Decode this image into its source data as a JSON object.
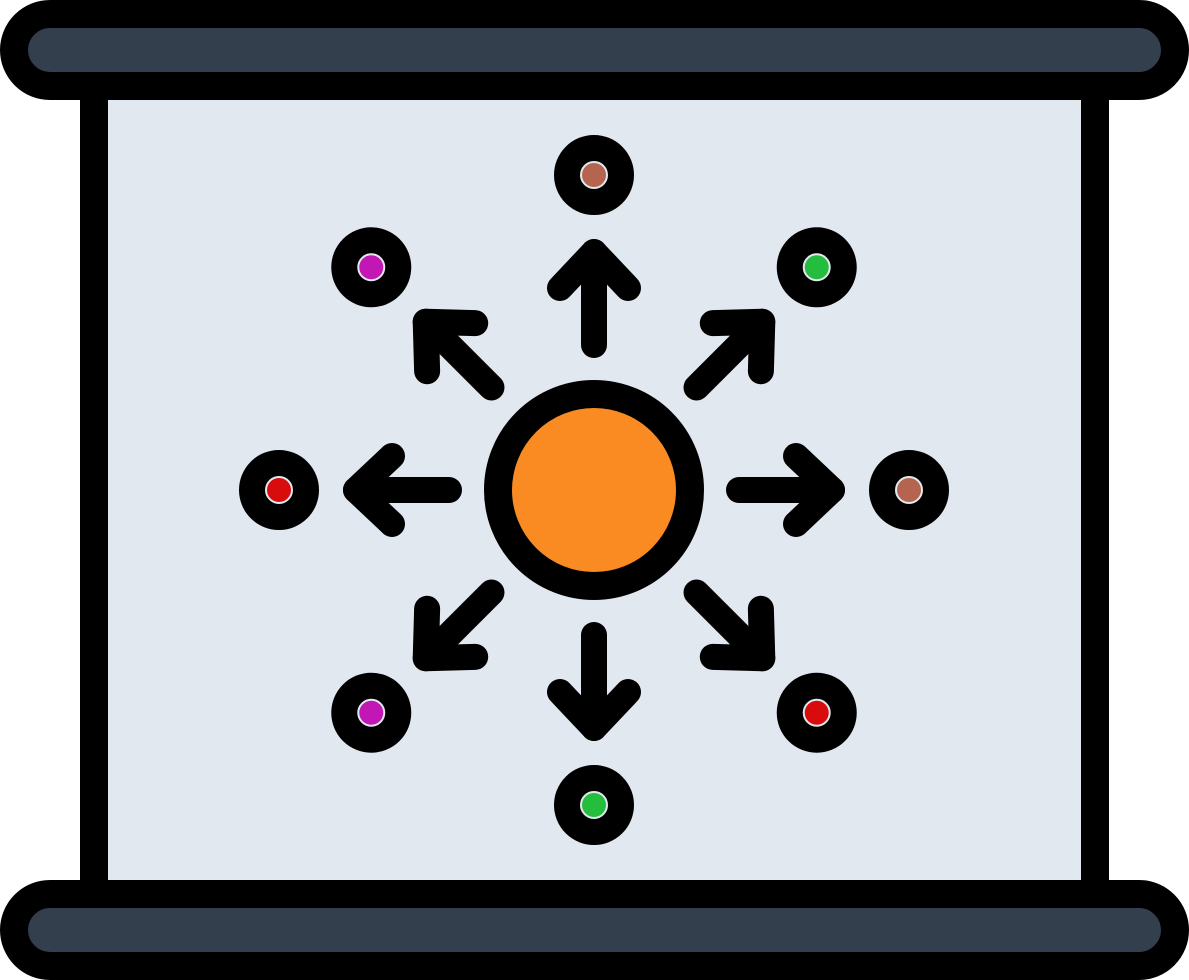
{
  "icon": {
    "name": "distribution-board-icon",
    "colors": {
      "outline": "#000000",
      "roller_bar": "#333f4d",
      "board": "#e1e8f0",
      "hub": "#f98b22",
      "node_brown": "#b5654f",
      "node_magenta": "#c217b4",
      "node_green": "#25bd3e",
      "node_red": "#d90c0d"
    },
    "nodes": [
      {
        "direction": "up",
        "color": "node_brown"
      },
      {
        "direction": "up-right",
        "color": "node_green"
      },
      {
        "direction": "right",
        "color": "node_brown"
      },
      {
        "direction": "down-right",
        "color": "node_red"
      },
      {
        "direction": "down",
        "color": "node_green"
      },
      {
        "direction": "down-left",
        "color": "node_magenta"
      },
      {
        "direction": "left",
        "color": "node_red"
      },
      {
        "direction": "up-left",
        "color": "node_magenta"
      }
    ]
  }
}
